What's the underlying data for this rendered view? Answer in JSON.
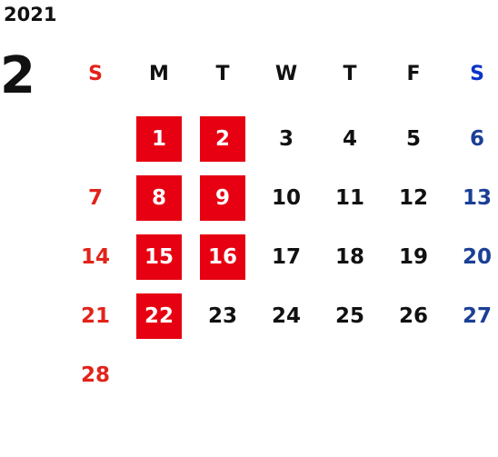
{
  "year": "2021",
  "month": "2",
  "weekdays": [
    "S",
    "M",
    "T",
    "W",
    "T",
    "F",
    "S"
  ],
  "weeks": [
    [
      {
        "d": ""
      },
      {
        "d": "1",
        "hl": true
      },
      {
        "d": "2",
        "hl": true
      },
      {
        "d": "3"
      },
      {
        "d": "4"
      },
      {
        "d": "5"
      },
      {
        "d": "6"
      }
    ],
    [
      {
        "d": "7"
      },
      {
        "d": "8",
        "hl": true
      },
      {
        "d": "9",
        "hl": true
      },
      {
        "d": "10"
      },
      {
        "d": "11"
      },
      {
        "d": "12"
      },
      {
        "d": "13"
      }
    ],
    [
      {
        "d": "14"
      },
      {
        "d": "15",
        "hl": true
      },
      {
        "d": "16",
        "hl": true
      },
      {
        "d": "17"
      },
      {
        "d": "18"
      },
      {
        "d": "19"
      },
      {
        "d": "20"
      }
    ],
    [
      {
        "d": "21"
      },
      {
        "d": "22",
        "hl": true
      },
      {
        "d": "23"
      },
      {
        "d": "24"
      },
      {
        "d": "25"
      },
      {
        "d": "26"
      },
      {
        "d": "27"
      }
    ],
    [
      {
        "d": "28"
      },
      {
        "d": ""
      },
      {
        "d": ""
      },
      {
        "d": ""
      },
      {
        "d": ""
      },
      {
        "d": ""
      },
      {
        "d": ""
      }
    ]
  ],
  "colors": {
    "sunday": "#e2231a",
    "saturday_header": "#0b35c8",
    "saturday": "#1a3f95",
    "highlight": "#e60012",
    "text": "#111111"
  }
}
